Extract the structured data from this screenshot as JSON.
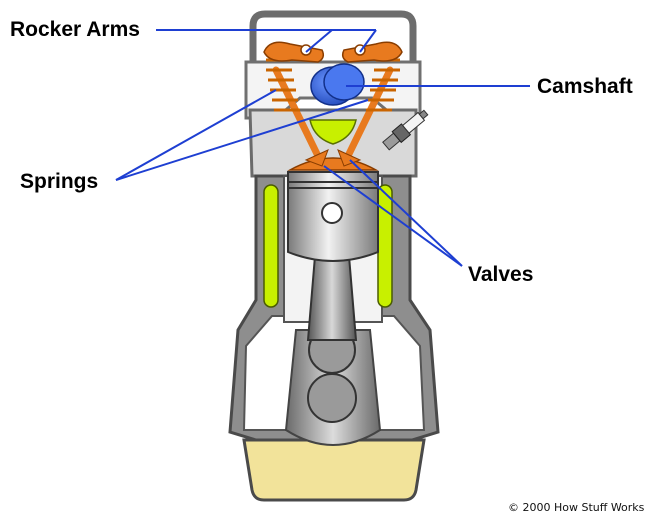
{
  "labels": {
    "rocker_arms": "Rocker Arms",
    "camshaft": "Camshaft",
    "springs": "Springs",
    "valves": "Valves"
  },
  "credit": "© 2000 How Stuff Works",
  "colors": {
    "valve_orange": "#E87A1F",
    "camshaft_blue": "#2E5FD6",
    "coolant_green": "#C8F000",
    "oil_yellow": "#F2E39A",
    "block_gray": "#8E8E8E",
    "block_light": "#D6D6D6"
  }
}
